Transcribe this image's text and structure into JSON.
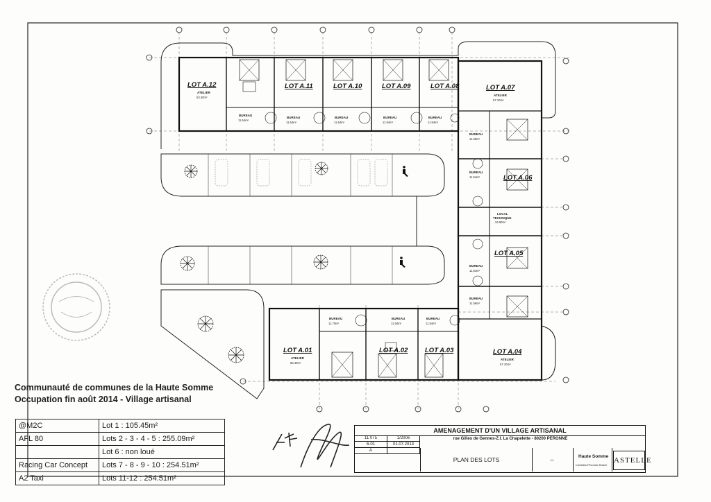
{
  "plan": {
    "lots": {
      "a12": {
        "name": "LOT A.12",
        "room": "ATELIER",
        "area": "53.40m²"
      },
      "a11": {
        "name": "LOT A.11"
      },
      "a10": {
        "name": "LOT A.10"
      },
      "a09": {
        "name": "LOT A.09"
      },
      "a08_top": {
        "name": "LOT A.08"
      },
      "a07": {
        "name": "LOT A.07",
        "room": "ATELIER",
        "area": "57.10m²"
      },
      "a06": {
        "name": "LOT A.06"
      },
      "a05": {
        "name": "LOT A.05"
      },
      "a01": {
        "name": "LOT A.01",
        "room": "ATELIER",
        "area": "55.40m²"
      },
      "a02": {
        "name": "LOT A.02"
      },
      "a03": {
        "name": "LOT A.03"
      },
      "a04": {
        "name": "LOT A.04",
        "room": "ATELIER",
        "area": "57.10m²"
      }
    },
    "rooms": {
      "bureau": "BUREAU",
      "local_technique_1": "LOCAL",
      "local_technique_2": "TECHNIQUE",
      "local_area": "34.90m²",
      "area_1170": "11.70m²",
      "area_1154": "11.54m²",
      "area_1156": "11.56m²",
      "area_1159": "11.59m²"
    }
  },
  "notes": {
    "line1": "Communauté de communes de la Haute Somme",
    "line2": "Occupation fin août 2014 - Village artisanal"
  },
  "occupation": [
    {
      "tenant": "@M2C",
      "lots": "Lot 1 : 105.45m²"
    },
    {
      "tenant": "AFL 80",
      "lots": "Lots 2 - 3 - 4 - 5 : 255.09m²"
    },
    {
      "tenant": "",
      "lots": "Lot 6 : non loué"
    },
    {
      "tenant": "Racing Car Concept",
      "lots": "Lots 7 - 8 - 9 - 10 : 254.51m²"
    },
    {
      "tenant": "A2 Taxi",
      "lots": "Lots 11-12 : 254.51m²"
    }
  ],
  "title_block": {
    "project": "AMENAGEMENT D'UN VILLAGE ARTISANAL",
    "ref1": "11 075",
    "scale": "1/200e",
    "ref2": "6-01",
    "date": "01.07.2013",
    "index": "A",
    "address": "rue Gilles de Gennes-Z.I. La Chapelette - 80200 PERONNE",
    "plan_name": "PLAN DES LOTS",
    "dash": "–",
    "client": "Haute Somme",
    "client_sub": "Combles-Péronne-Roisel",
    "architect": "ASTELLE"
  }
}
